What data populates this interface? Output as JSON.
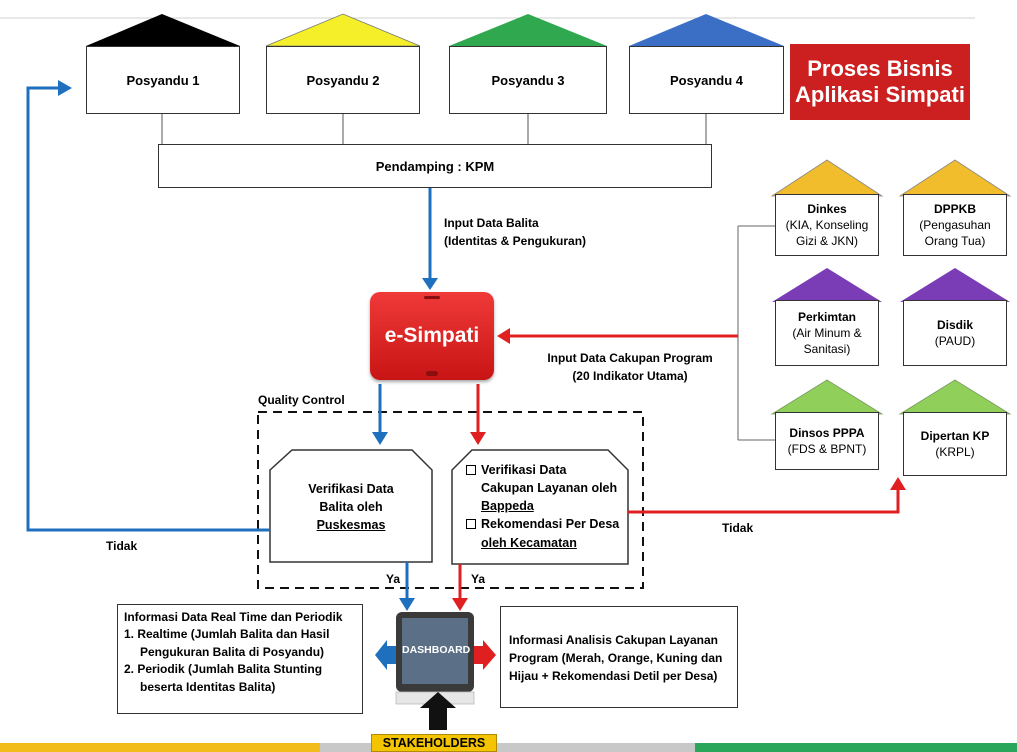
{
  "title": {
    "line1": "Proses Bisnis",
    "line2": "Aplikasi Simpati",
    "color": "#cc1f1f"
  },
  "posyandu": [
    "Posyandu 1",
    "Posyandu 2",
    "Posyandu 3",
    "Posyandu 4"
  ],
  "roof_colors": [
    "#000000",
    "#f5ef2a",
    "#2fa84f",
    "#3b6fc6"
  ],
  "pendamping": "Pendamping : KPM",
  "input_balita": {
    "line1": "Input Data Balita",
    "line2": "(Identitas & Pengukuran)"
  },
  "esimpati": "e-Simpati",
  "input_cakupan": {
    "line1": "Input Data Cakupan Program",
    "line2": "(20 Indikator Utama)"
  },
  "quality_control": "Quality Control",
  "verif_puskesmas": {
    "line1": "Verifikasi Data",
    "line2": "Balita oleh",
    "line3": "Puskesmas"
  },
  "verif_bappeda": {
    "item1_line1": "Verifikasi Data",
    "item1_line2": "Cakupan Layanan oleh",
    "item1_line3": "Bappeda",
    "item2_line1": "Rekomendasi Per Desa",
    "item2_line2": "oleh Kecamatan"
  },
  "tidak_left": "Tidak",
  "tidak_right": "Tidak",
  "ya_left": "Ya",
  "ya_right": "Ya",
  "agencies": [
    {
      "name": "Dinkes",
      "desc1": "(KIA, Konseling",
      "desc2": "Gizi & JKN)",
      "roof": "#f2bd2c"
    },
    {
      "name": "DPPKB",
      "desc1": "(Pengasuhan",
      "desc2": "Orang Tua)",
      "roof": "#f2bd2c"
    },
    {
      "name": "Perkimtan",
      "desc1": "(Air Minum &",
      "desc2": "Sanitasi)",
      "roof": "#7a3db5"
    },
    {
      "name": "Disdik",
      "desc1": "(PAUD)",
      "desc2": "",
      "roof": "#7a3db5"
    },
    {
      "name": "Dinsos PPPA",
      "desc1": "(FDS & BPNT)",
      "desc2": "",
      "roof": "#8fcf5a"
    },
    {
      "name": "Dipertan KP",
      "desc1": "(KRPL)",
      "desc2": "",
      "roof": "#8fcf5a"
    }
  ],
  "info_left": {
    "heading": "Informasi Data Real Time dan Periodik",
    "item1_line1": "1.  Realtime (Jumlah Balita dan Hasil",
    "item1_line2": "Pengukuran Balita di Posyandu)",
    "item2_line1": "2.  Periodik (Jumlah Balita Stunting",
    "item2_line2": "beserta Identitas Balita)"
  },
  "dashboard": "DASHBOARD",
  "info_right": {
    "line1": "Informasi Analisis Cakupan Layanan",
    "line2": "Program (Merah, Orange, Kuning dan",
    "line3": "Hijau + Rekomendasi Detil per Desa)"
  },
  "stakeholders": "STAKEHOLDERS",
  "bottom_bar_colors": [
    "#f2bd1c",
    "#c8c8c8",
    "#c8c8c8",
    "#2aa65a"
  ]
}
